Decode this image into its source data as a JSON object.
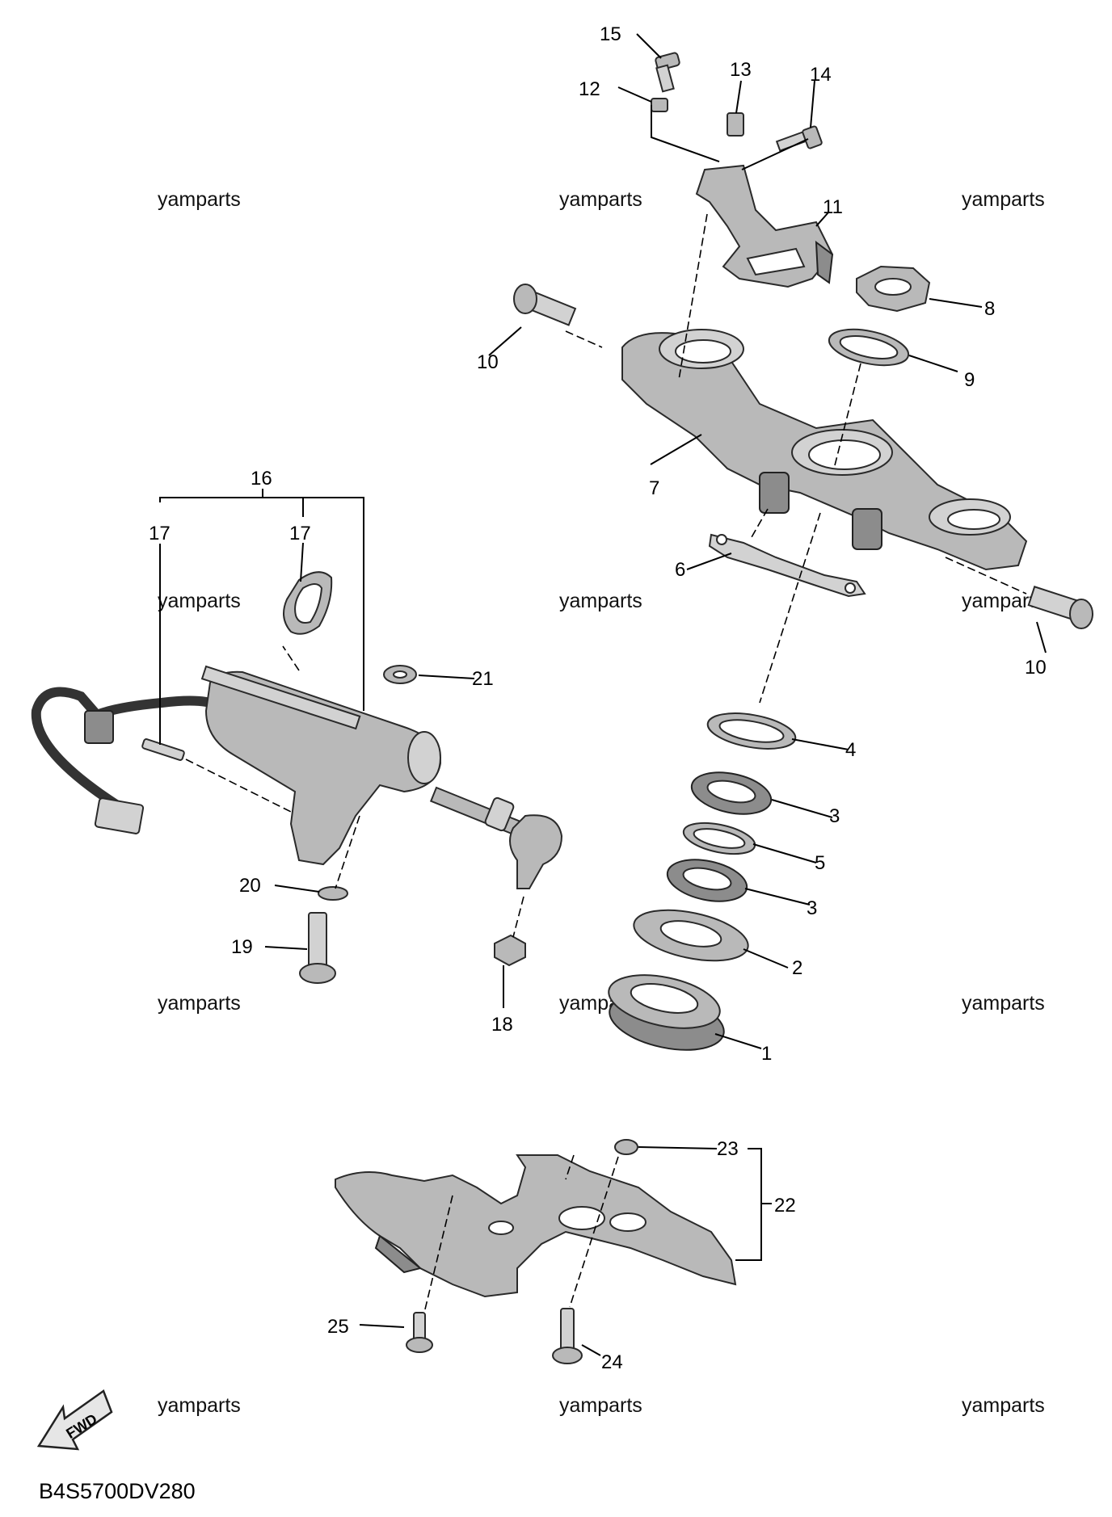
{
  "diagram": {
    "code": "B4S5700DV280",
    "watermark": "yamparts",
    "fwd_label": "FWD",
    "callouts": [
      "1",
      "2",
      "3",
      "3",
      "4",
      "5",
      "6",
      "7",
      "8",
      "9",
      "10",
      "10",
      "11",
      "12",
      "13",
      "14",
      "15",
      "16",
      "17",
      "17",
      "18",
      "19",
      "20",
      "21",
      "22",
      "23",
      "24",
      "25"
    ]
  }
}
